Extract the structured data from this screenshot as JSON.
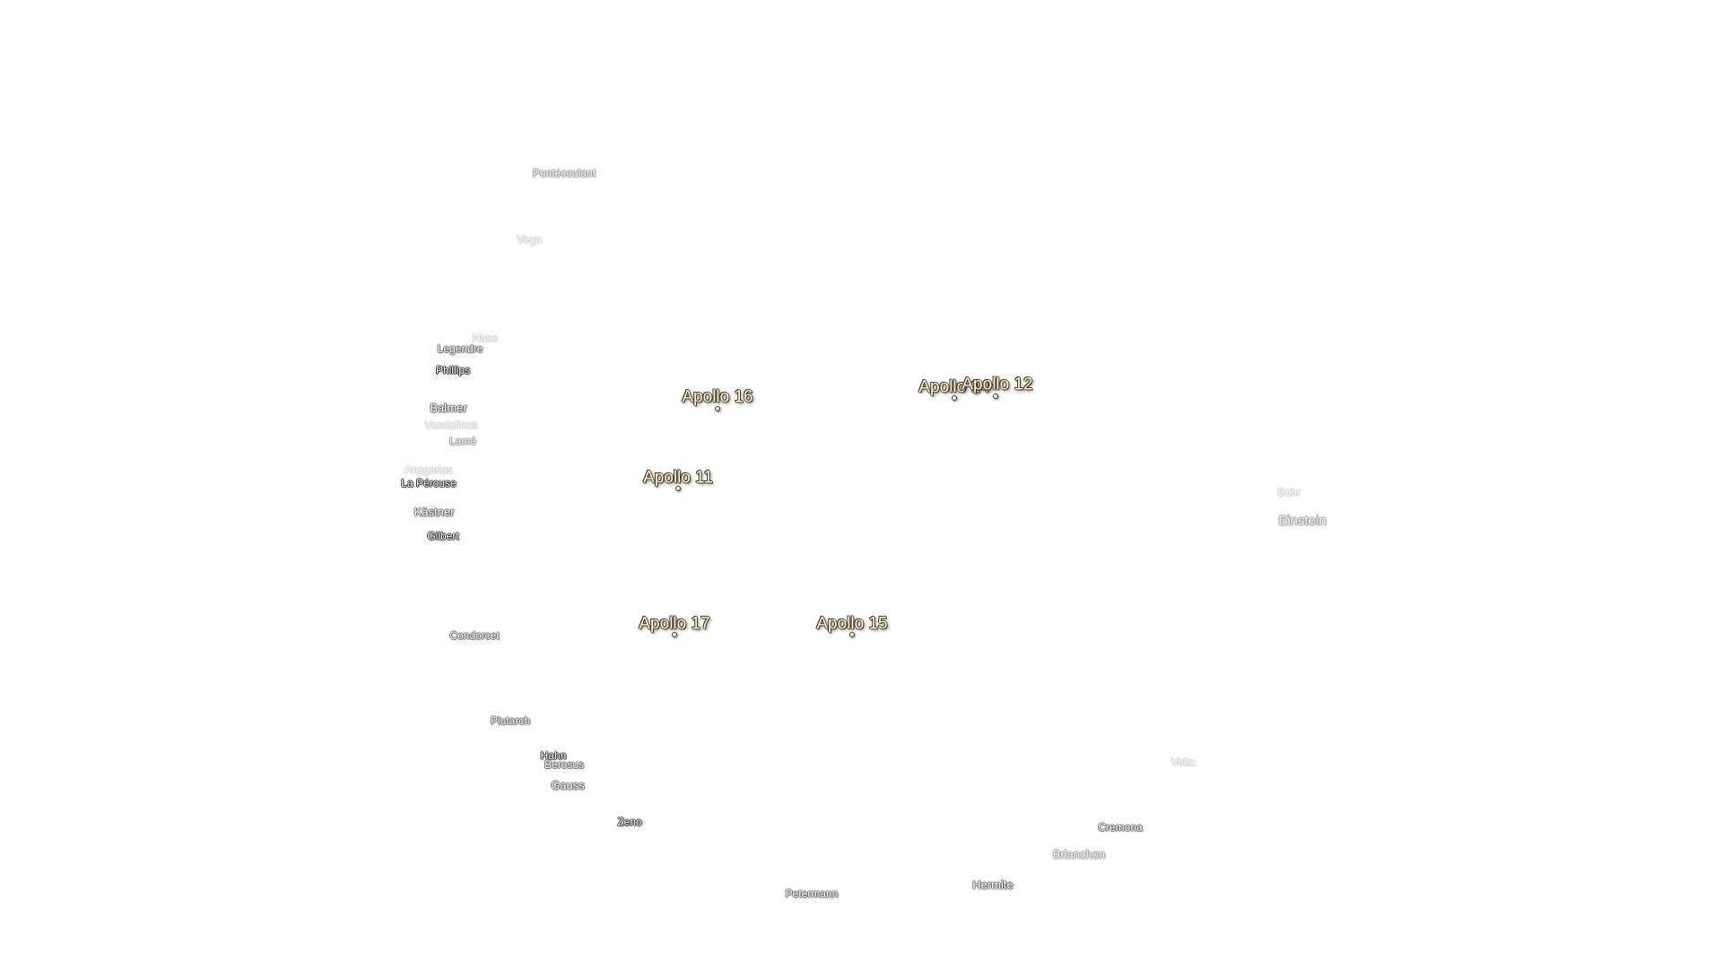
{
  "map": {
    "landing_sites": [
      {
        "label": "Apollo 16"
      },
      {
        "label": "Apollo 14"
      },
      {
        "label": "Apollo 12"
      },
      {
        "label": "Apollo 11"
      },
      {
        "label": "Apollo 17"
      },
      {
        "label": "Apollo 15"
      }
    ],
    "craters": [
      {
        "label": "Pontécoulant"
      },
      {
        "label": "Vega"
      },
      {
        "label": "Hase"
      },
      {
        "label": "Legendre"
      },
      {
        "label": "Phillips"
      },
      {
        "label": "Balmer"
      },
      {
        "label": "Vendelinus"
      },
      {
        "label": "Lamé"
      },
      {
        "label": "Ansgarius"
      },
      {
        "label": "La Pérouse"
      },
      {
        "label": "Kästner"
      },
      {
        "label": "Gilbert"
      },
      {
        "label": "Condorcet"
      },
      {
        "label": "Plutarch"
      },
      {
        "label": "Hahn"
      },
      {
        "label": "Berosus"
      },
      {
        "label": "Gauss"
      },
      {
        "label": "Zeno"
      },
      {
        "label": "Petermann"
      },
      {
        "label": "Hermite"
      },
      {
        "label": "Brianchon"
      },
      {
        "label": "Cremona"
      },
      {
        "label": "Volta"
      },
      {
        "label": "Bohr"
      },
      {
        "label": "Einstein"
      }
    ]
  }
}
